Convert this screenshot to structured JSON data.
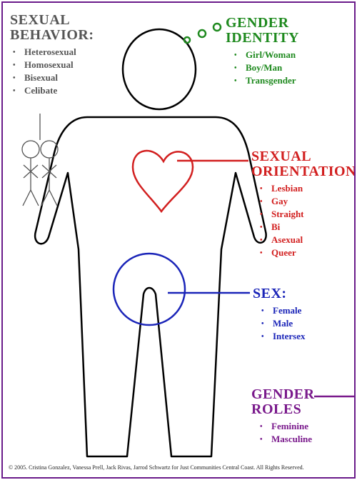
{
  "colors": {
    "frame": "#6a1b8a",
    "behavior": "#555555",
    "identity": "#1f8a1f",
    "orientation": "#d21f1f",
    "sex": "#1a24b8",
    "roles": "#7a1a8c"
  },
  "sexual_behavior": {
    "line1": "SEXUAL",
    "line2": "BEHAVIOR:",
    "items": [
      "Heterosexual",
      "Homosexual",
      "Bisexual",
      "Celibate"
    ]
  },
  "gender_identity": {
    "line1": "GENDER",
    "line2": "IDENTITY",
    "items": [
      "Girl/Woman",
      "Boy/Man",
      "Transgender"
    ]
  },
  "sexual_orientation": {
    "line1": "SEXUAL",
    "line2": "ORIENTATION",
    "items": [
      "Lesbian",
      "Gay",
      "Straight",
      "Bi",
      "Asexual",
      "Queer"
    ]
  },
  "sex": {
    "line1": "SEX:",
    "items": [
      "Female",
      "Male",
      "Intersex"
    ]
  },
  "gender_roles": {
    "line1": "GENDER",
    "line2": "ROLES",
    "items": [
      "Feminine",
      "Masculine"
    ]
  },
  "copyright": "© 2005.  Cristina Gonzalez, Vanessa Prell, Jack Rivas, Jarrod Schwartz for  Just Communities Central Coast.  All Rights Reserved."
}
